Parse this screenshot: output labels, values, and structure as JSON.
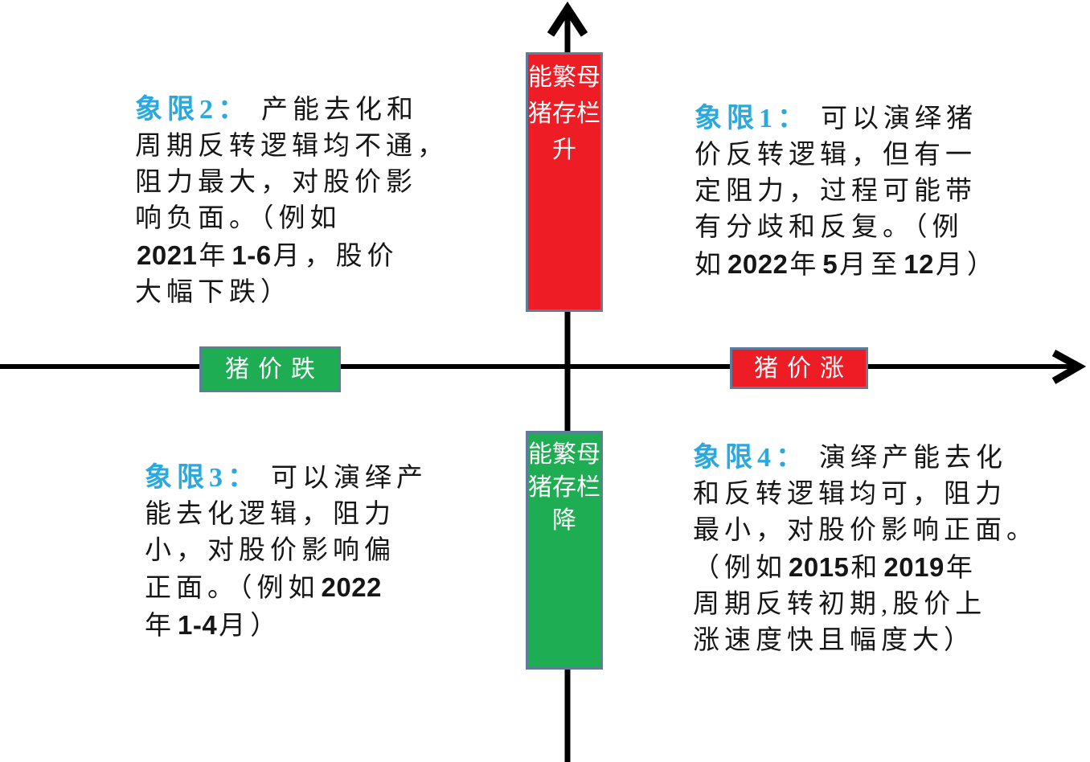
{
  "colors": {
    "red": "#ee1c25",
    "green": "#1ead52",
    "box_border": "#5f7d9b",
    "quadrant_label": "#2aa9de",
    "axis": "#000000",
    "text": "#161616"
  },
  "axes": {
    "y_axis_label_up": "能繁母猪存栏升",
    "y_axis_label_down": "能繁母猪存栏降",
    "x_axis_label_left": "猪价跌",
    "x_axis_label_right": "猪价涨"
  },
  "quadrants": [
    {
      "id": "quadrant-1",
      "label": "象限1：",
      "lines": [
        [
          {
            "t": "可以演绎猪"
          }
        ],
        [
          {
            "t": "价反转逻辑，但有一"
          }
        ],
        [
          {
            "t": "定阻力，过程可能带"
          }
        ],
        [
          {
            "t": "有分歧和反复。（例"
          }
        ],
        [
          {
            "t": "如"
          },
          {
            "t": "2022",
            "b": true
          },
          {
            "t": "年"
          },
          {
            "t": "5",
            "b": true
          },
          {
            "t": "月至"
          },
          {
            "t": "12",
            "b": true
          },
          {
            "t": "月）"
          }
        ]
      ]
    },
    {
      "id": "quadrant-2",
      "label": "象限2：",
      "lines": [
        [
          {
            "t": "产能去化和"
          }
        ],
        [
          {
            "t": "周期反转逻辑均不通，"
          }
        ],
        [
          {
            "t": "阻力最大，对股价影"
          }
        ],
        [
          {
            "t": "响负面。（例如"
          }
        ],
        [
          {
            "t": "2021",
            "b": true
          },
          {
            "t": "年"
          },
          {
            "t": "1-6",
            "b": true
          },
          {
            "t": "月，股价"
          }
        ],
        [
          {
            "t": "大幅下跌）"
          }
        ]
      ]
    },
    {
      "id": "quadrant-3",
      "label": "象限3：",
      "lines": [
        [
          {
            "t": "可以演绎产"
          }
        ],
        [
          {
            "t": "能去化逻辑，阻力"
          }
        ],
        [
          {
            "t": "小，对股价影响偏"
          }
        ],
        [
          {
            "t": "正面。（例如"
          },
          {
            "t": "2022",
            "b": true
          }
        ],
        [
          {
            "t": "年"
          },
          {
            "t": "1-4",
            "b": true
          },
          {
            "t": "月）"
          }
        ]
      ]
    },
    {
      "id": "quadrant-4",
      "label": "象限4：",
      "lines": [
        [
          {
            "t": "演绎产能去化"
          }
        ],
        [
          {
            "t": "和反转逻辑均可，阻力"
          }
        ],
        [
          {
            "t": "最小，对股价影响正面。"
          }
        ],
        [
          {
            "t": "（例如"
          },
          {
            "t": "2015",
            "b": true
          },
          {
            "t": "和"
          },
          {
            "t": "2019",
            "b": true
          },
          {
            "t": "年"
          }
        ],
        [
          {
            "t": "周期反转初期,股价上"
          }
        ],
        [
          {
            "t": "涨速度快且幅度大）"
          }
        ]
      ]
    }
  ]
}
